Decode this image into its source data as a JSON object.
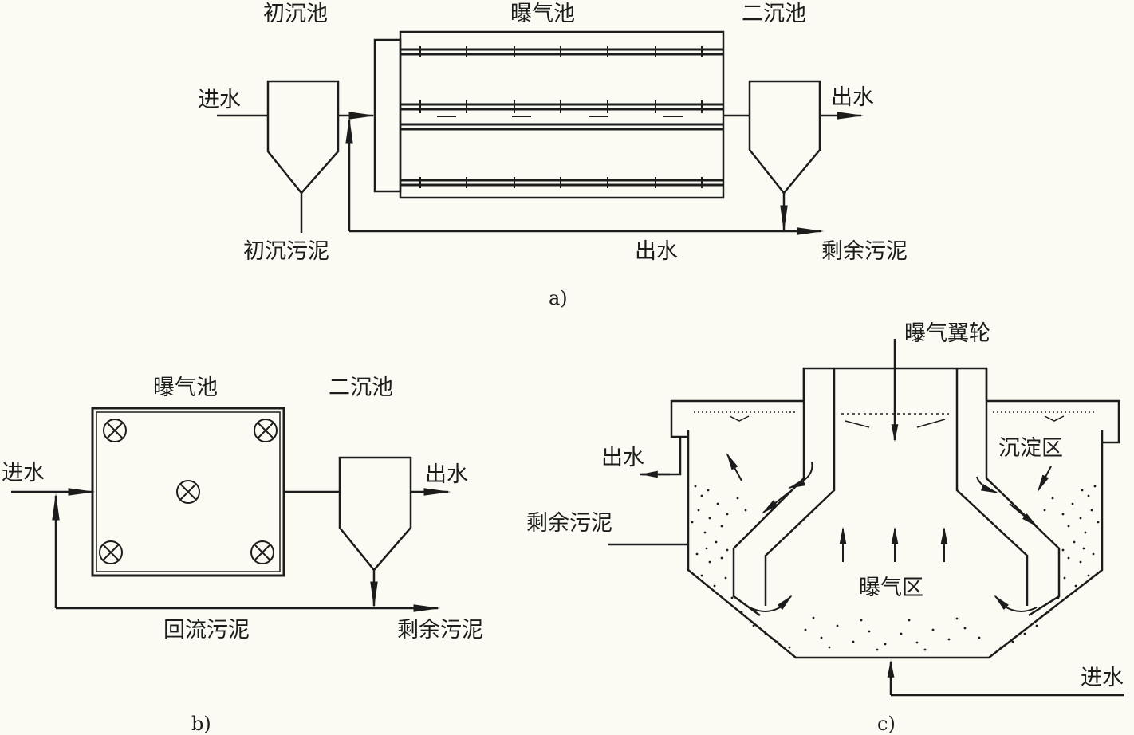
{
  "a": {
    "primary_tank": "初沉池",
    "aeration_tank": "曝气池",
    "secondary_tank": "二沉池",
    "influent": "进水",
    "effluent": "出水",
    "primary_sludge": "初沉污泥",
    "return_label": "出水",
    "excess_sludge": "剩余污泥",
    "caption": "a)"
  },
  "b": {
    "aeration_tank": "曝气池",
    "secondary_tank": "二沉池",
    "influent": "进水",
    "effluent": "出水",
    "return_sludge": "回流污泥",
    "excess_sludge": "剩余污泥",
    "caption": "b)"
  },
  "c": {
    "aerator": "曝气翼轮",
    "effluent": "出水",
    "settling_zone": "沉淀区",
    "excess_sludge": "剩余污泥",
    "aeration_zone": "曝气区",
    "influent": "进水",
    "caption": "c)"
  }
}
